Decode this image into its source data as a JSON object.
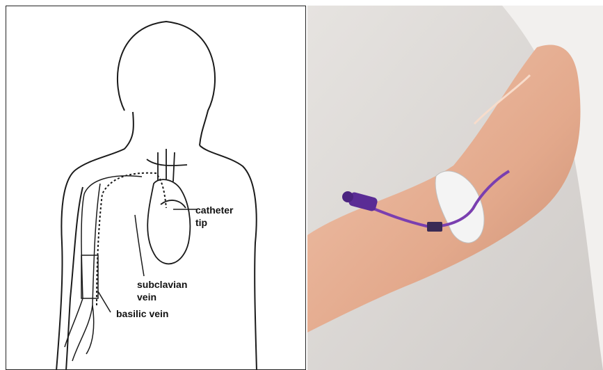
{
  "diagram": {
    "labels": {
      "catheter_tip": [
        "catheter",
        "tip"
      ],
      "subclavian_vein": [
        "subclavian",
        "vein"
      ],
      "basilic_vein": "basilic vein"
    }
  },
  "photo": {
    "subject": "PICC line inserted in upper arm with purple catheter, securement device and clamp"
  },
  "colors": {
    "line": "#1a1a1a",
    "catheter": "#7a3fb0",
    "skin": "#e8b49a",
    "sheet": "#eeecea"
  }
}
